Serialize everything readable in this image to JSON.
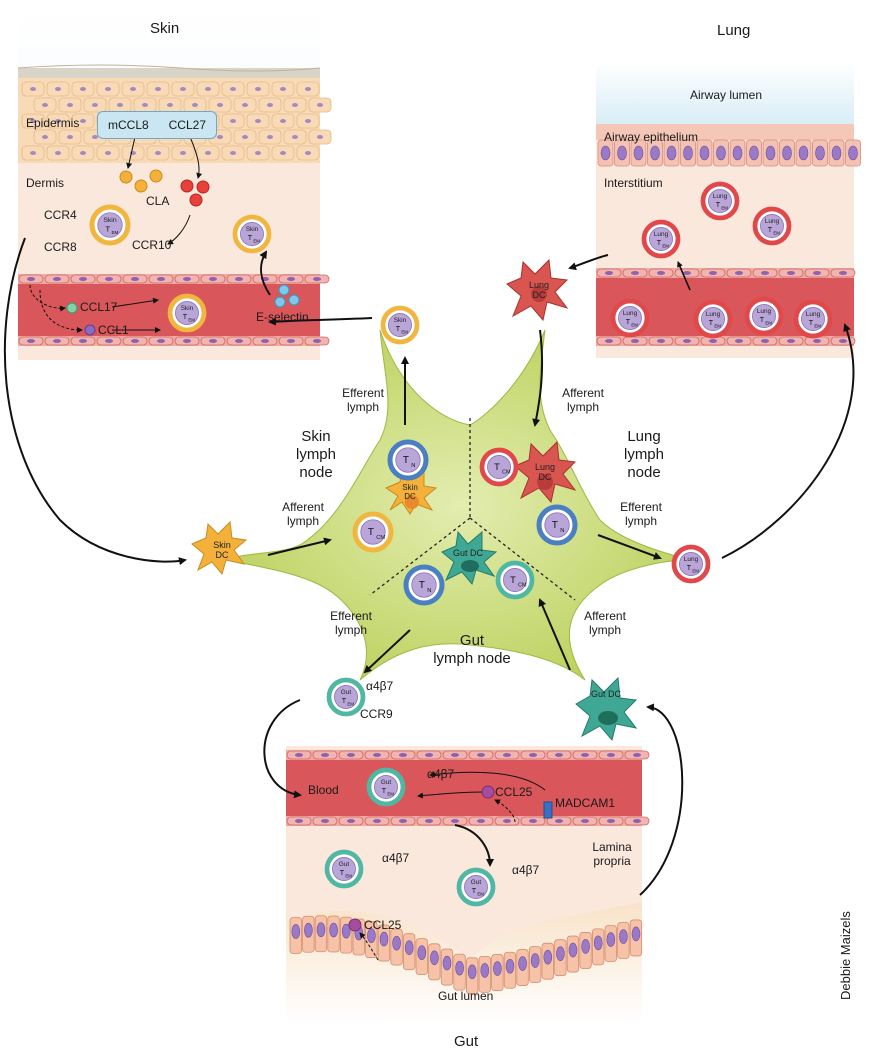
{
  "sections": {
    "skin": "Skin",
    "lung": "Lung",
    "gut": "Gut"
  },
  "skin": {
    "epidermis": "Epidermis",
    "dermis": "Dermis",
    "chemokines": [
      "mCCL8",
      "CCL27"
    ],
    "cla": "CLA",
    "ccr4": "CCR4",
    "ccr8": "CCR8",
    "ccr10": "CCR10",
    "ccl17": "CCL17",
    "ccl1": "CCL1",
    "e_selectin": "E-selectin"
  },
  "lung": {
    "airway_lumen": "Airway lumen",
    "airway_epithelium": "Airway epithelium",
    "interstitium": "Interstitium"
  },
  "lymph_nodes": {
    "skin": [
      "Skin",
      "lymph",
      "node"
    ],
    "lung": [
      "Lung",
      "lymph",
      "node"
    ],
    "gut": [
      "Gut",
      "lymph node"
    ],
    "afferent": [
      "Afferent",
      "lymph"
    ],
    "efferent": [
      "Efferent",
      "lymph"
    ]
  },
  "gut": {
    "blood": "Blood",
    "madcam1": "MADCAM1",
    "ccl25": "CCL25",
    "ccr9": "CCR9",
    "integrin": "α4β7",
    "lamina_propria": [
      "Lamina",
      "propria"
    ],
    "gut_lumen": "Gut lumen"
  },
  "cells": {
    "skin_tem": [
      "Skin",
      "T",
      "EM"
    ],
    "lung_tem": [
      "Lung",
      "T",
      "EM"
    ],
    "gut_tem": [
      "Gut",
      "T",
      "EM"
    ],
    "tn": [
      "T",
      "N"
    ],
    "tcm": [
      "T",
      "CM"
    ],
    "skin_dc": [
      "Skin",
      "DC"
    ],
    "lung_dc": [
      "Lung",
      "DC"
    ],
    "gut_dc": "Gut DC"
  },
  "credit": "Debbie Maizels",
  "colors": {
    "lymph_node": "#c5d86a",
    "vessel": "#d9575a",
    "tissue": "#f6dcc8",
    "skin_cell_ring": "#f1b63f",
    "lung_cell_ring": "#e0484a",
    "gut_cell_ring": "#4fb7a4",
    "naive_ring": "#4a7fc2",
    "cell_core": "#b9a5d8",
    "skin_dc": "#f3b13c",
    "lung_dc": "#d9554f",
    "gut_dc": "#3fa894"
  }
}
